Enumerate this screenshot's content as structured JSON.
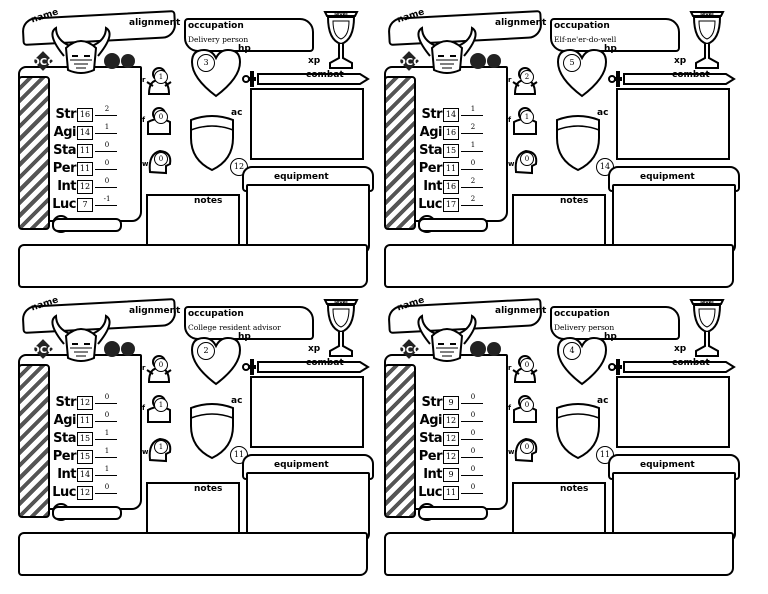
{
  "labels": {
    "name": "name",
    "alignment": "alignment",
    "occupation": "occupation",
    "level": "level",
    "hp": "hp",
    "xp": "xp",
    "combat": "combat",
    "ac": "ac",
    "equipment": "equipment",
    "notes": "notes",
    "save_ref": "r",
    "save_fort": "f",
    "save_will": "w",
    "dcc_logo": "DCC"
  },
  "stat_names": [
    "Str",
    "Agi",
    "Sta",
    "Per",
    "Int",
    "Luc"
  ],
  "sheets": [
    {
      "occupation": "Delivery person",
      "stats": [
        {
          "score": "16",
          "mod": "2"
        },
        {
          "score": "14",
          "mod": "1"
        },
        {
          "score": "11",
          "mod": "0"
        },
        {
          "score": "11",
          "mod": "0"
        },
        {
          "score": "12",
          "mod": "0"
        },
        {
          "score": "7",
          "mod": "-1"
        }
      ],
      "saves": {
        "reflex": "1",
        "fortitude": "0",
        "will": "0"
      },
      "hp": "3",
      "init": "12"
    },
    {
      "occupation": "Elf-ne'er-do-well",
      "stats": [
        {
          "score": "14",
          "mod": "1"
        },
        {
          "score": "16",
          "mod": "2"
        },
        {
          "score": "15",
          "mod": "1"
        },
        {
          "score": "11",
          "mod": "0"
        },
        {
          "score": "16",
          "mod": "2"
        },
        {
          "score": "17",
          "mod": "2"
        }
      ],
      "saves": {
        "reflex": "2",
        "fortitude": "1",
        "will": "0"
      },
      "hp": "5",
      "init": "14"
    },
    {
      "occupation": "College resident advisor",
      "stats": [
        {
          "score": "12",
          "mod": "0"
        },
        {
          "score": "11",
          "mod": "0"
        },
        {
          "score": "15",
          "mod": "1"
        },
        {
          "score": "15",
          "mod": "1"
        },
        {
          "score": "14",
          "mod": "1"
        },
        {
          "score": "12",
          "mod": "0"
        }
      ],
      "saves": {
        "reflex": "0",
        "fortitude": "1",
        "will": "1"
      },
      "hp": "2",
      "init": "11"
    },
    {
      "occupation": "Delivery person",
      "stats": [
        {
          "score": "9",
          "mod": "0"
        },
        {
          "score": "12",
          "mod": "0"
        },
        {
          "score": "12",
          "mod": "0"
        },
        {
          "score": "12",
          "mod": "0"
        },
        {
          "score": "9",
          "mod": "0"
        },
        {
          "score": "11",
          "mod": "0"
        }
      ],
      "saves": {
        "reflex": "0",
        "fortitude": "0",
        "will": "0"
      },
      "hp": "4",
      "init": "11"
    }
  ]
}
